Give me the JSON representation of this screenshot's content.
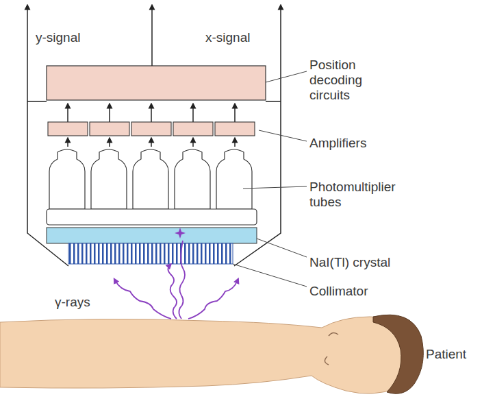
{
  "diagram": {
    "labels": [
      "y-signal",
      "x-signal",
      "Position decoding circuits",
      "Amplifiers",
      "Photomultiplier tubes",
      "NaI(Tl) crystal",
      "Collimator",
      "γ-rays",
      "Patient"
    ]
  }
}
